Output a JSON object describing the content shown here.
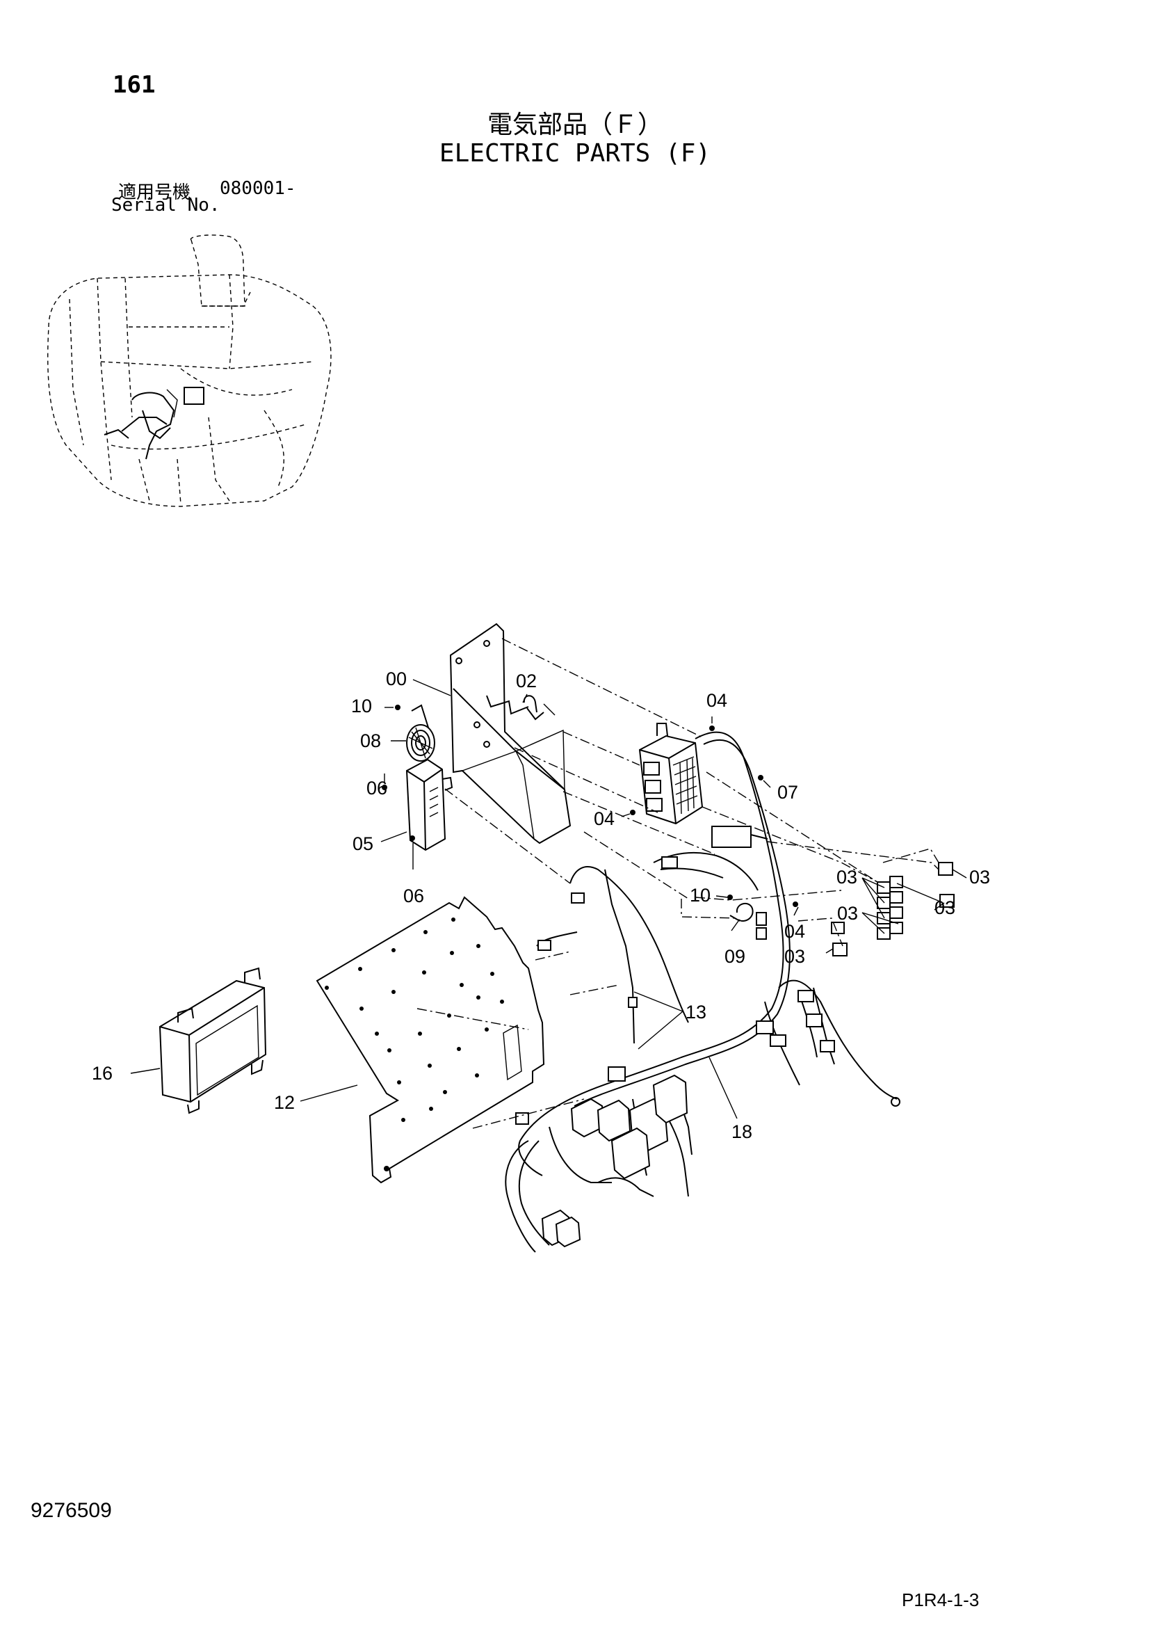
{
  "header": {
    "page_number": "161",
    "title_jp": "電気部品（Ｆ）",
    "title_en": "ELECTRIC PARTS (F)",
    "serial_label_jp": "適用号機",
    "serial_value": "080001-",
    "serial_label_en": "Serial No."
  },
  "footer": {
    "drawing_number": "9276509",
    "sheet_code": "P1R4-1-3"
  },
  "callouts": [
    "00",
    "02",
    "10",
    "08",
    "06",
    "05",
    "06",
    "04",
    "04",
    "07",
    "03",
    "03",
    "03",
    "03",
    "10",
    "04",
    "09",
    "03",
    "13",
    "16",
    "12",
    "18"
  ]
}
